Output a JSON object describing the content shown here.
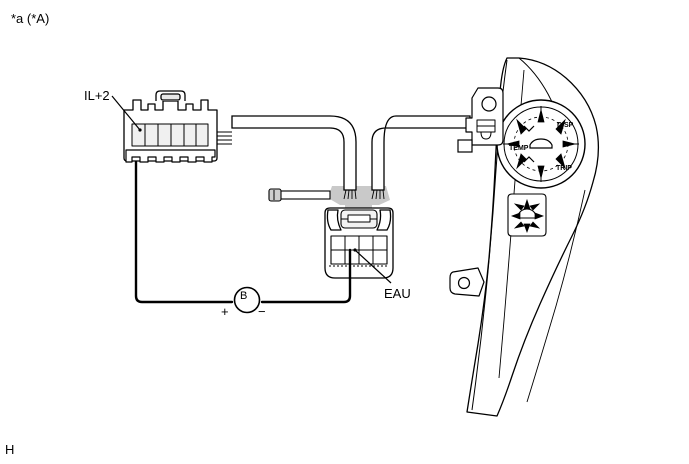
{
  "figure": {
    "type": "automotive-wiring-inspection-diagram",
    "reference_mark": "*a (*A)",
    "page_mark": "H",
    "background_color": "#ffffff",
    "line_color": "#000000",
    "shade_color": "#c8c8c8"
  },
  "labels": {
    "connector_pin": "IL+2",
    "component_connector": "EAU",
    "battery_symbol": "B",
    "battery_positive": "+",
    "battery_negative": "−"
  },
  "components": {
    "harness_connector": {
      "name": "harness-connector",
      "pin_cavity_count": 6,
      "bottom_tab_count": 6,
      "has_top_latch": true
    },
    "eau_connector": {
      "name": "eau-connector",
      "pin_grid_rows": 2,
      "pin_grid_cols": 4
    },
    "test_probe": {
      "name": "test-probe",
      "description": "terminal test pin"
    },
    "battery": {
      "name": "battery-symbol",
      "letter": "B",
      "polarity_left": "+",
      "polarity_right": "−"
    },
    "instrument_cluster": {
      "name": "instrument-cluster-panel",
      "gauge_labels": [
        "DISP",
        "TEMP",
        "TRIP"
      ],
      "has_center_car_icon": true,
      "illumination_arrows": true,
      "secondary_icon": true,
      "mounting_tabs": 2
    },
    "wire_harness": {
      "cable_count": 2,
      "description": "two thick harness cables routed from connector to cluster"
    }
  }
}
